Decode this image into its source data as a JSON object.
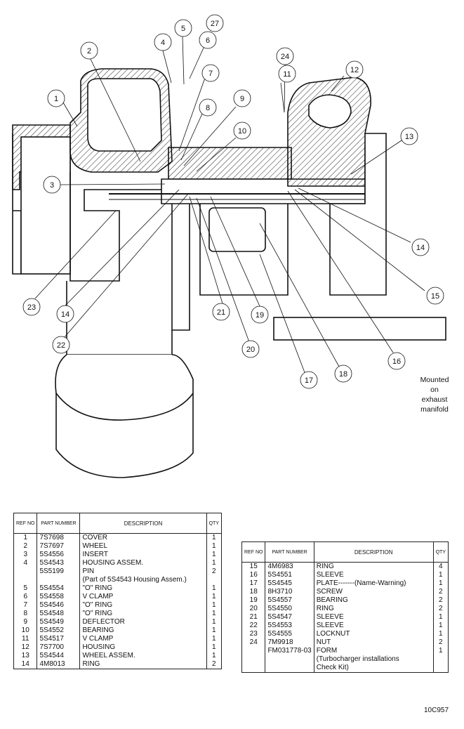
{
  "callouts": [
    "1",
    "2",
    "3",
    "4",
    "5",
    "27",
    "6",
    "7",
    "8",
    "9",
    "10",
    "24",
    "11",
    "12",
    "13",
    "14",
    "15",
    "16",
    "17",
    "18",
    "19",
    "20",
    "21",
    "22",
    "23",
    "14"
  ],
  "note": {
    "lines": [
      "Mounted",
      "on",
      "exhaust",
      "manifold"
    ]
  },
  "table1": {
    "headers": {
      "ref": "REF NO",
      "part": "PART NUMBER",
      "desc": "DESCRIPTION",
      "qty": "QTY"
    },
    "rows": [
      {
        "ref": "1",
        "part": "7S7698",
        "desc": "COVER",
        "qty": "1"
      },
      {
        "ref": "2",
        "part": "7S7697",
        "desc": "WHEEL",
        "qty": "1"
      },
      {
        "ref": "3",
        "part": "5S4556",
        "desc": "INSERT",
        "qty": "1"
      },
      {
        "ref": "4",
        "part": "5S4543",
        "desc": "HOUSING ASSEM.",
        "qty": "1"
      },
      {
        "ref": "",
        "part": "5S5199",
        "desc": "PIN",
        "qty": "2"
      },
      {
        "ref": "",
        "part": "",
        "desc": "(Part of 5S4543 Housing Assem.)",
        "qty": ""
      },
      {
        "ref": "5",
        "part": "5S4554",
        "desc": "\"O\" RING",
        "qty": "1"
      },
      {
        "ref": "6",
        "part": "5S4558",
        "desc": "V CLAMP",
        "qty": "1"
      },
      {
        "ref": "7",
        "part": "5S4546",
        "desc": "\"O\" RING",
        "qty": "1"
      },
      {
        "ref": "8",
        "part": "5S4548",
        "desc": "\"O\" RING",
        "qty": "1"
      },
      {
        "ref": "9",
        "part": "5S4549",
        "desc": "DEFLECTOR",
        "qty": "1"
      },
      {
        "ref": "10",
        "part": "5S4552",
        "desc": "BEARING",
        "qty": "1"
      },
      {
        "ref": "11",
        "part": "5S4517",
        "desc": "V CLAMP",
        "qty": "1"
      },
      {
        "ref": "12",
        "part": "7S7700",
        "desc": "HOUSING",
        "qty": "1"
      },
      {
        "ref": "13",
        "part": "5S4544",
        "desc": "WHEEL ASSEM.",
        "qty": "1"
      },
      {
        "ref": "14",
        "part": "4M8013",
        "desc": "RING",
        "qty": "2"
      }
    ]
  },
  "table2": {
    "headers": {
      "ref": "REF NO",
      "part": "PART NUMBER",
      "desc": "DESCRIPTION",
      "qty": "QTY"
    },
    "rows": [
      {
        "ref": "15",
        "part": "4M6983",
        "desc": "RING",
        "qty": "4"
      },
      {
        "ref": "16",
        "part": "5S4551",
        "desc": "SLEEVE",
        "qty": "1"
      },
      {
        "ref": "17",
        "part": "5S4545",
        "desc": "PLATE-------(Name-Warning)",
        "qty": "1"
      },
      {
        "ref": "18",
        "part": "8H3710",
        "desc": "SCREW",
        "qty": "2"
      },
      {
        "ref": "19",
        "part": "5S4557",
        "desc": "BEARING",
        "qty": "2"
      },
      {
        "ref": "20",
        "part": "5S4550",
        "desc": "RING",
        "qty": "2"
      },
      {
        "ref": "21",
        "part": "5S4547",
        "desc": "SLEEVE",
        "qty": "1"
      },
      {
        "ref": "22",
        "part": "5S4553",
        "desc": "SLEEVE",
        "qty": "1"
      },
      {
        "ref": "23",
        "part": "5S4555",
        "desc": "LOCKNUT",
        "qty": "1"
      },
      {
        "ref": "24",
        "part": "7M9918",
        "desc": "NUT",
        "qty": "2"
      },
      {
        "ref": "",
        "part": "FM031778-03",
        "desc": "FORM",
        "qty": "1"
      },
      {
        "ref": "",
        "part": "",
        "desc": "(Turbocharger installations",
        "qty": ""
      },
      {
        "ref": "",
        "part": "",
        "desc": "Check Kit)",
        "qty": ""
      }
    ]
  },
  "footnote": "10C957"
}
